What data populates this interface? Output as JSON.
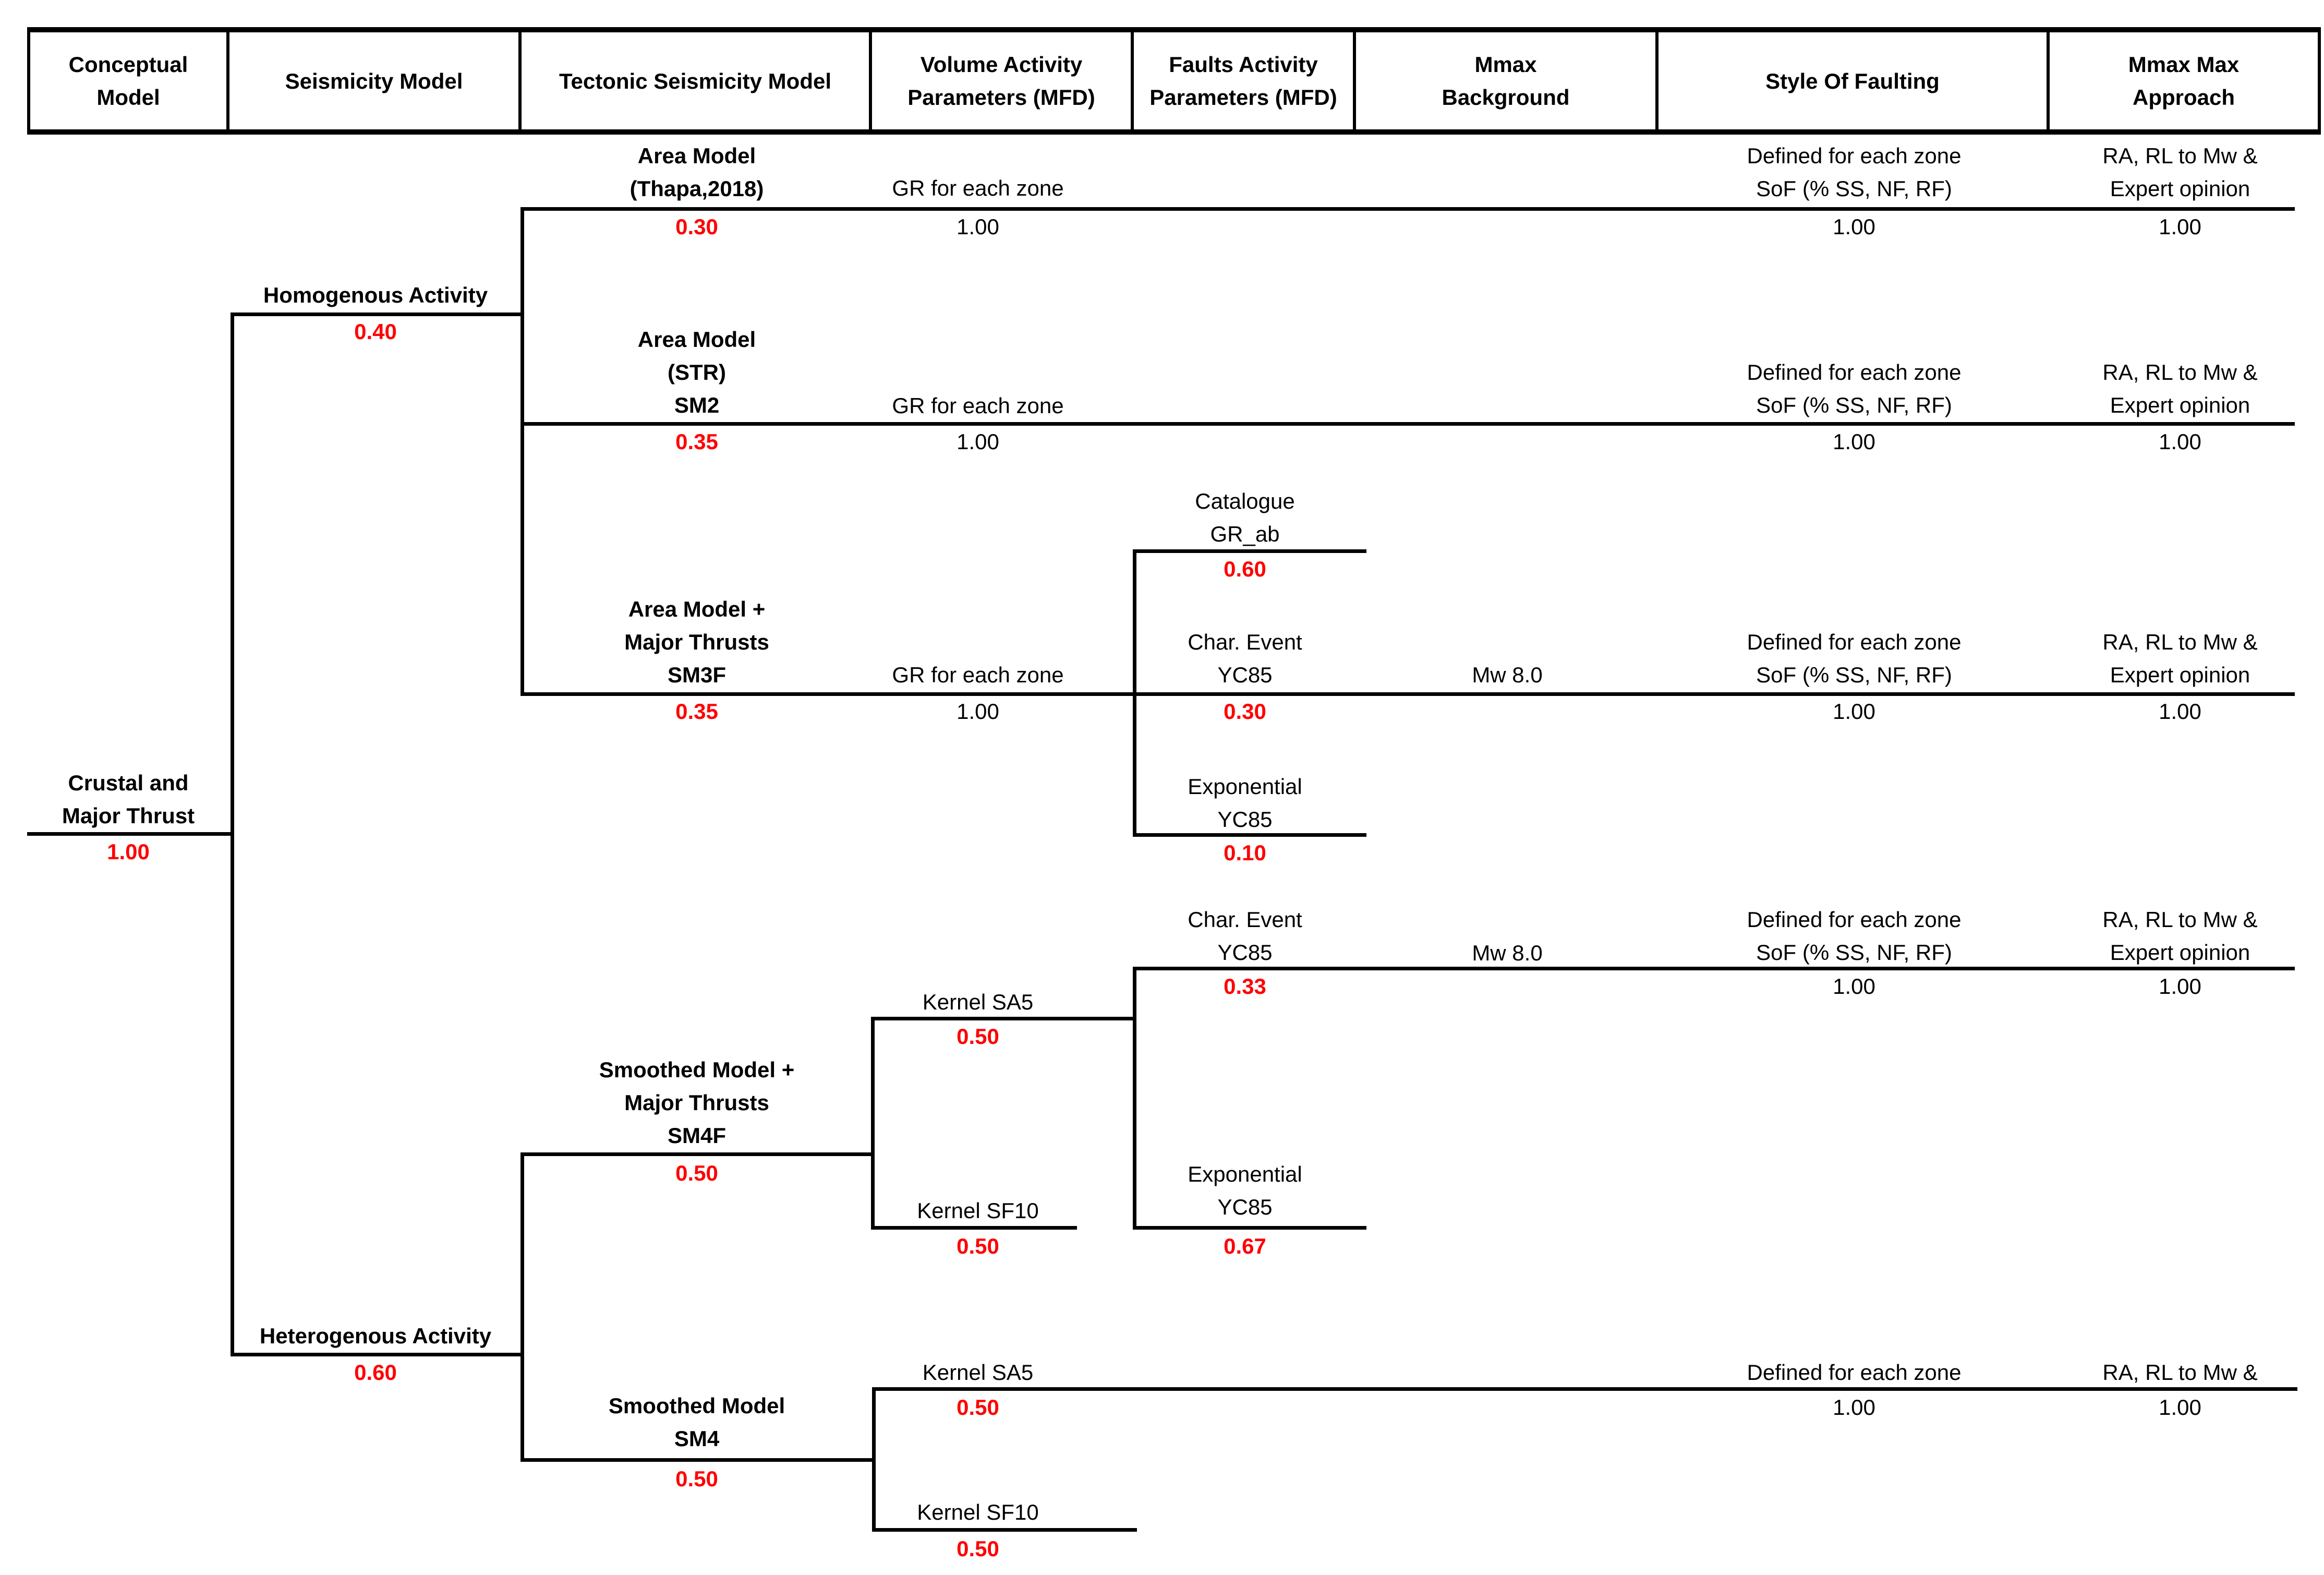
{
  "title": "PSHA logic tree - Crustal and Major Thrust sources",
  "colors": {
    "weight": "#FF0000",
    "line": "#000000",
    "text": "#000000",
    "background": "#FFFFFF"
  },
  "header": {
    "columns": [
      {
        "lines": [
          "Conceptual",
          "Model"
        ]
      },
      {
        "lines": [
          "Seismicity Model"
        ]
      },
      {
        "lines": [
          "Tectonic Seismicity Model"
        ]
      },
      {
        "lines": [
          "Volume Activity",
          "Parameters (MFD)"
        ]
      },
      {
        "lines": [
          "Faults Activity",
          "Parameters (MFD)"
        ]
      },
      {
        "lines": [
          "Mmax",
          "Background"
        ]
      },
      {
        "lines": [
          "Style Of Faulting"
        ]
      },
      {
        "lines": [
          "Mmax Max",
          "Approach"
        ]
      }
    ]
  },
  "tree": {
    "root": {
      "label_lines": [
        "Crustal and",
        "Major Thrust"
      ],
      "weight": "1.00"
    },
    "seismicity": {
      "homogenous": {
        "label": "Homogenous Activity",
        "weight": "0.40"
      },
      "heterogenous": {
        "label": "Heterogenous Activity",
        "weight": "0.60"
      }
    },
    "tectonic": {
      "thapa": {
        "model_lines": [
          "Area Model",
          "(Thapa,2018)"
        ],
        "model_weight": "0.30",
        "volume": "GR for each zone",
        "volume_weight": "1.00",
        "sof_lines": [
          "Defined for each zone",
          "SoF (% SS, NF, RF)"
        ],
        "sof_weight": "1.00",
        "approach_lines": [
          "RA, RL to Mw &",
          "Expert opinion"
        ],
        "approach_weight": "1.00"
      },
      "sm2": {
        "model_lines": [
          "Area Model",
          "(STR)",
          "SM2"
        ],
        "model_weight": "0.35",
        "volume": "GR for each zone",
        "volume_weight": "1.00",
        "sof_lines": [
          "Defined for each zone",
          "SoF (% SS, NF, RF)"
        ],
        "sof_weight": "1.00",
        "approach_lines": [
          "RA, RL to Mw &",
          "Expert opinion"
        ],
        "approach_weight": "1.00"
      },
      "sm3f": {
        "model_lines": [
          "Area Model +",
          "Major Thrusts",
          "SM3F"
        ],
        "model_weight": "0.35",
        "volume": "GR for each zone",
        "volume_weight": "1.00",
        "faults": [
          {
            "lines": [
              "Catalogue",
              "GR_ab"
            ],
            "weight": "0.60"
          },
          {
            "lines": [
              "Char. Event",
              "YC85"
            ],
            "weight": "0.30"
          },
          {
            "lines": [
              "Exponential",
              "YC85"
            ],
            "weight": "0.10"
          }
        ],
        "mmax_background": "Mw 8.0",
        "sof_lines": [
          "Defined for each zone",
          "SoF (% SS, NF, RF)"
        ],
        "sof_weight": "1.00",
        "approach_lines": [
          "RA, RL to Mw &",
          "Expert opinion"
        ],
        "approach_weight": "1.00"
      },
      "sm4f": {
        "model_lines": [
          "Smoothed Model +",
          "Major Thrusts",
          "SM4F"
        ],
        "model_weight": "0.50",
        "kernels": [
          {
            "label": "Kernel SA5",
            "weight": "0.50"
          },
          {
            "label": "Kernel SF10",
            "weight": "0.50"
          }
        ],
        "faults": [
          {
            "lines": [
              "Char. Event",
              "YC85"
            ],
            "weight": "0.33"
          },
          {
            "lines": [
              "Exponential",
              "YC85"
            ],
            "weight": "0.67"
          }
        ],
        "mmax_background": "Mw 8.0",
        "sof_lines": [
          "Defined for each zone",
          "SoF (% SS, NF, RF)"
        ],
        "sof_weight": "1.00",
        "approach_lines": [
          "RA, RL to Mw &",
          "Expert opinion"
        ],
        "approach_weight": "1.00"
      },
      "sm4": {
        "model_lines": [
          "Smoothed Model",
          "SM4"
        ],
        "model_weight": "0.50",
        "kernels": [
          {
            "label": "Kernel SA5",
            "weight": "0.50"
          },
          {
            "label": "Kernel SF10",
            "weight": "0.50"
          }
        ],
        "sof": "Defined for each zone",
        "sof_weight": "1.00",
        "approach": "RA, RL to Mw &",
        "approach_weight": "1.00"
      }
    }
  }
}
